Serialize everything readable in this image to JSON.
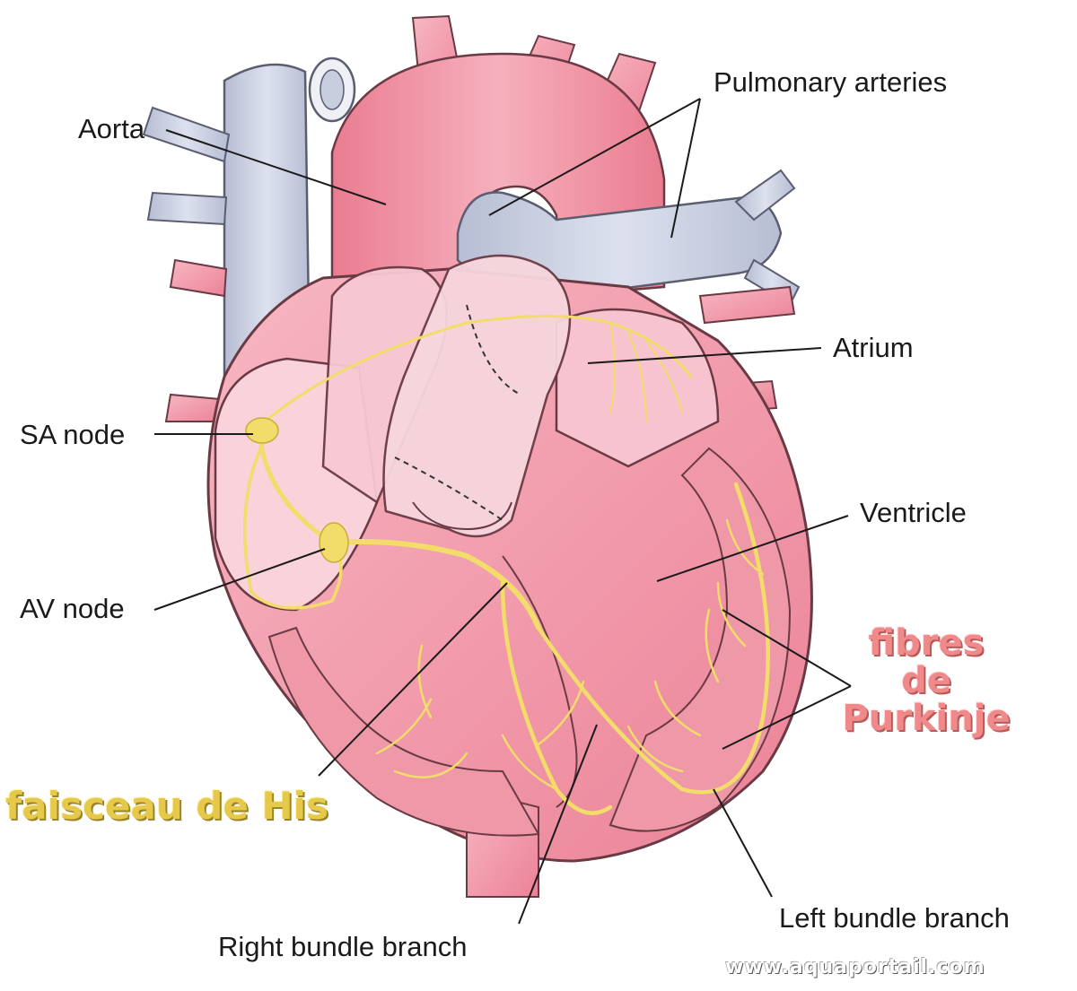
{
  "labels": {
    "aorta": "Aorta",
    "pulmonary_arteries": "Pulmonary arteries",
    "atrium": "Atrium",
    "sa_node": "SA node",
    "ventricle": "Ventricle",
    "av_node": "AV node",
    "right_bundle_branch": "Right bundle branch",
    "left_bundle_branch": "Left bundle branch"
  },
  "overlay_labels": {
    "his": "faisceau de His",
    "purkinje_line1": "fibres",
    "purkinje_line2": "de",
    "purkinje_line3": "Purkinje"
  },
  "watermark": "www.aquaportail.com",
  "colors": {
    "heart_pink": "#f08ea0",
    "vessel_blue": "#c9cedf",
    "conduction_yellow": "#f2dc6a",
    "purkinje_label": "#f08a8a",
    "his_label": "#e6c84a"
  }
}
